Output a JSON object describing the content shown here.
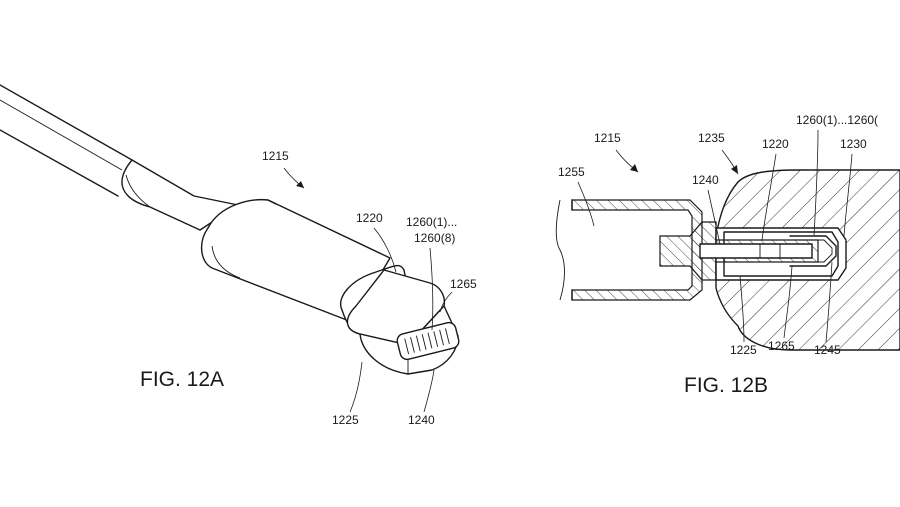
{
  "figure_a": {
    "caption": "FIG. 12A",
    "labels": {
      "l1215": "1215",
      "l1220": "1220",
      "l1260a": "1260(1)...",
      "l1260b": "1260(8)",
      "l1265": "1265",
      "l1225": "1225",
      "l1240": "1240"
    }
  },
  "figure_b": {
    "caption": "FIG. 12B",
    "labels": {
      "l1215": "1215",
      "l1235": "1235",
      "l1260": "1260(1)...1260(",
      "l1220": "1220",
      "l1230": "1230",
      "l1255": "1255",
      "l1240": "1240",
      "l1225": "1225",
      "l1265": "1265",
      "l1245": "1245"
    }
  },
  "colors": {
    "ink": "#1a1a1a",
    "background": "#ffffff"
  }
}
